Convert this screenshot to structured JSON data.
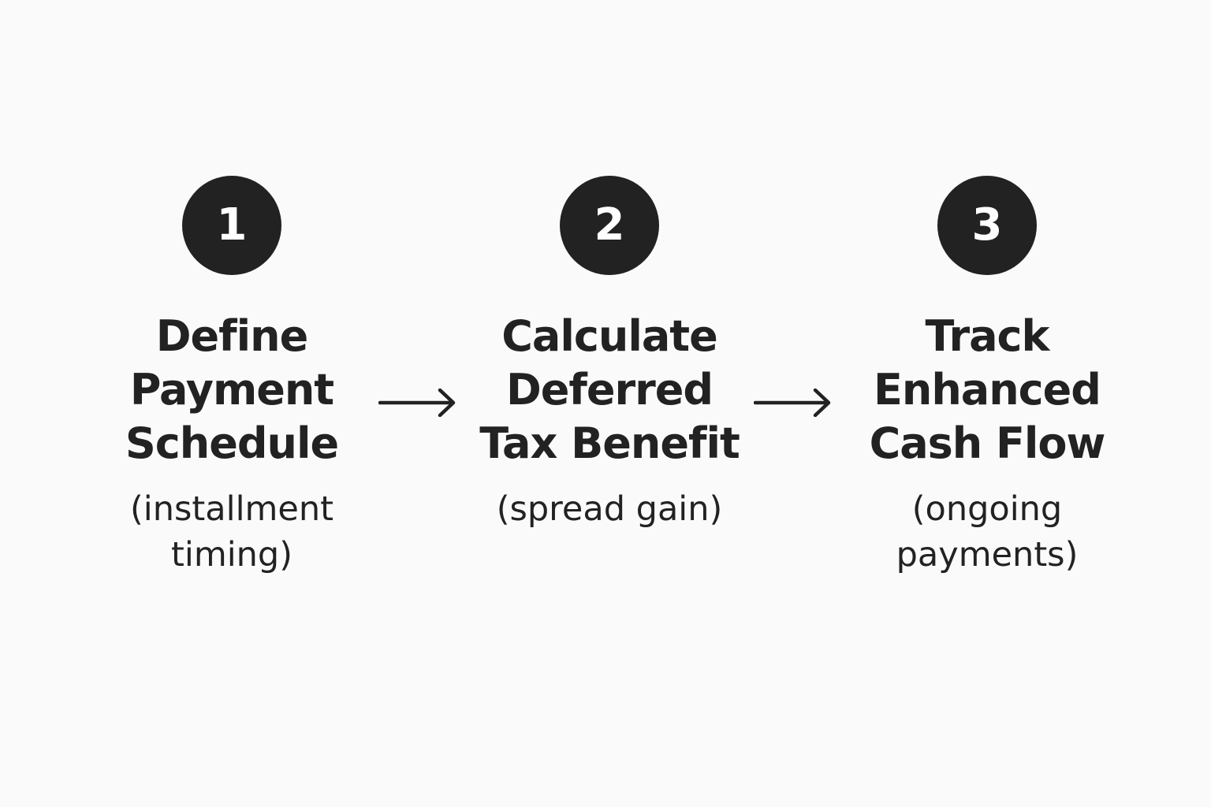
{
  "colors": {
    "background": "#fafafa",
    "ink": "#222222",
    "badge_text": "#ffffff"
  },
  "steps": [
    {
      "number": "1",
      "title_lines": [
        "Define",
        "Payment",
        "Schedule"
      ],
      "subtitle_lines": [
        "(installment",
        "timing)"
      ]
    },
    {
      "number": "2",
      "title_lines": [
        "Calculate",
        "Deferred",
        "Tax Benefit"
      ],
      "subtitle_lines": [
        "(spread gain)"
      ]
    },
    {
      "number": "3",
      "title_lines": [
        "Track",
        "Enhanced",
        "Cash Flow"
      ],
      "subtitle_lines": [
        "(ongoing",
        "payments)"
      ]
    }
  ],
  "connectors": [
    {
      "icon": "arrow-right-icon",
      "from": "1",
      "to": "2"
    },
    {
      "icon": "arrow-right-icon",
      "from": "2",
      "to": "3"
    }
  ]
}
